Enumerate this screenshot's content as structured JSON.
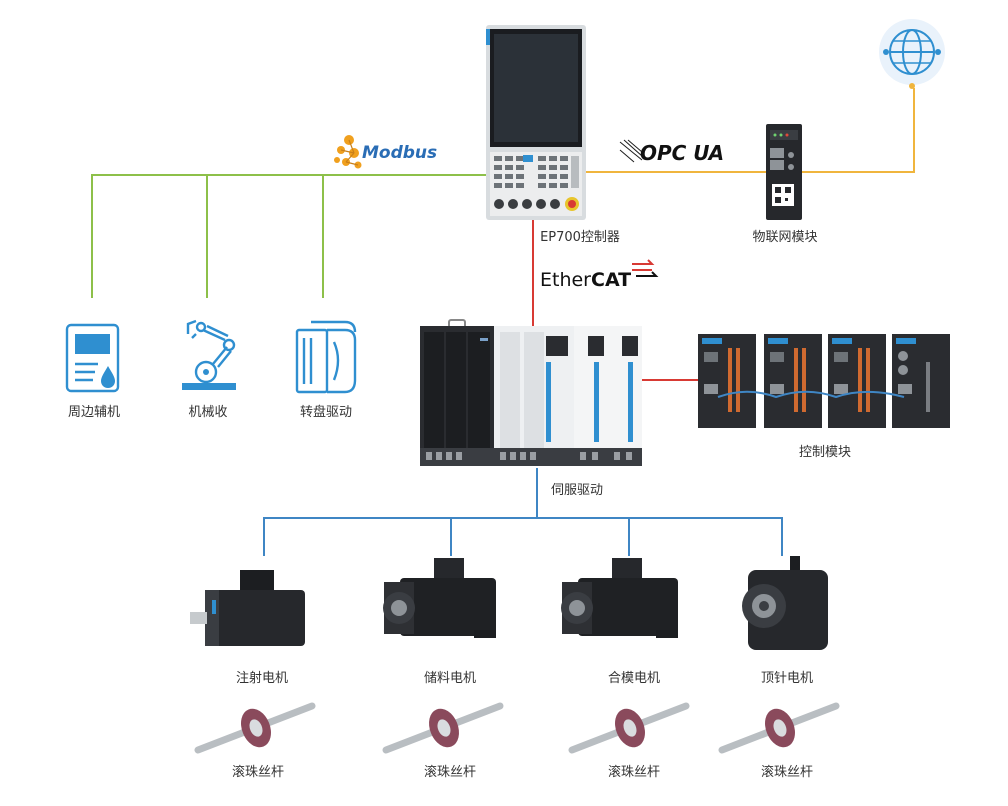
{
  "colors": {
    "modbus_line": "#8dc04a",
    "ethercat_line": "#d83a34",
    "opcua_line": "#f0b53d",
    "servo_line": "#3f86c4",
    "accent_blue": "#2f8fd0",
    "device_dark": "#2a2c30",
    "device_white": "#eef0f2"
  },
  "labels": {
    "controller": "EP700控制器",
    "iot_module": "物联网模块",
    "peripheral": "周边辅机",
    "robot": "机械收",
    "turntable": "转盘驱动",
    "servo_drive": "伺服驱动",
    "control_module": "控制模块",
    "motor_injection": "注射电机",
    "motor_storage": "储料电机",
    "motor_mold": "合模电机",
    "motor_ejector": "顶针电机",
    "ballscrew_1": "滚珠丝杆",
    "ballscrew_2": "滚珠丝杆",
    "ballscrew_3": "滚珠丝杆",
    "ballscrew_4": "滚珠丝杆"
  },
  "logos": {
    "modbus": "Modbus",
    "opcua": "OPC UA",
    "ethercat_ether": "Ether",
    "ethercat_cat": "CAT"
  },
  "icons": {
    "cloud": "globe-icon",
    "peripheral": "monitor-drop-icon",
    "robot": "robot-arm-icon",
    "turntable": "turntable-drive-icon"
  }
}
